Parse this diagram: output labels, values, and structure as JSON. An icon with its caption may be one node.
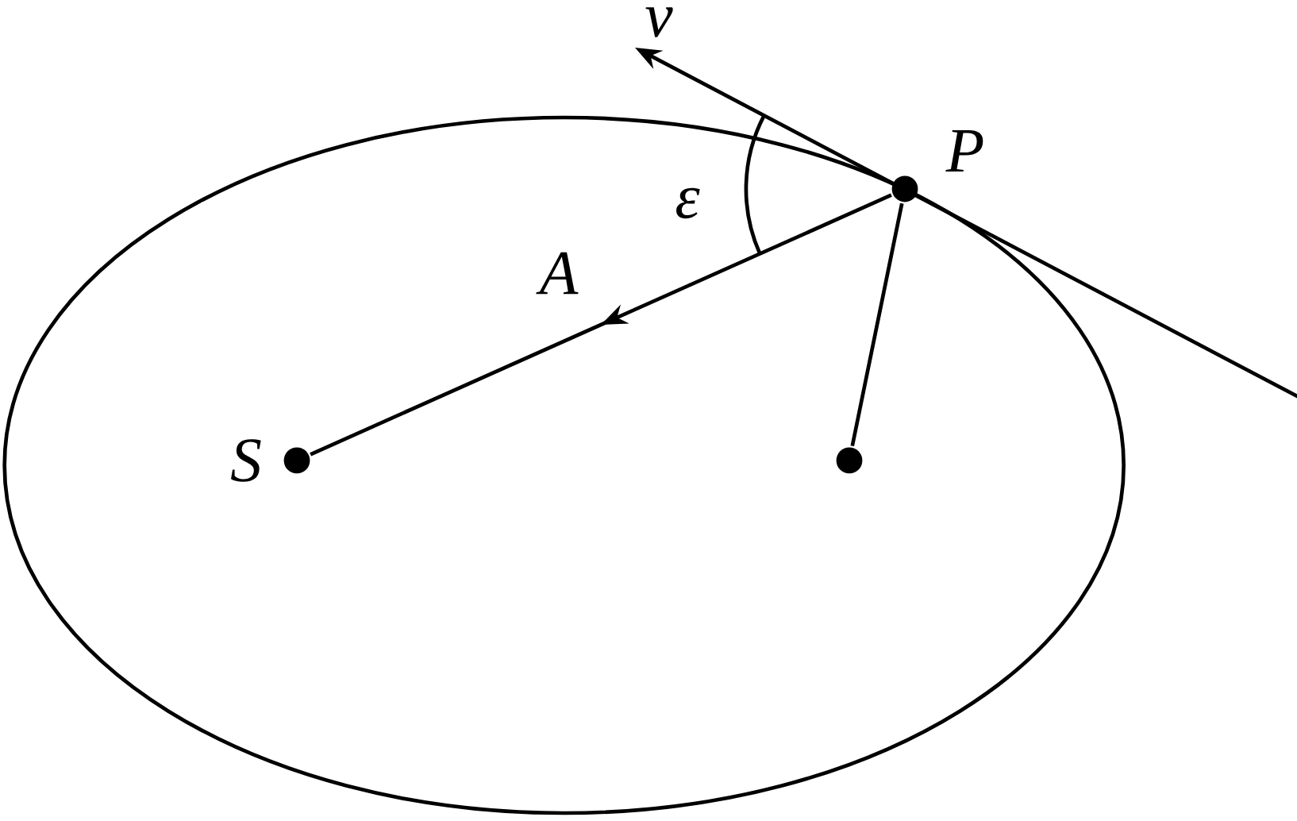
{
  "diagram": {
    "nodes": [
      {
        "text": [],
        "shape": "circle",
        "beside": [
          "S"
        ]
      },
      {
        "text": [],
        "shape": "circle"
      },
      {
        "text": [],
        "shape": "circle",
        "beside": [
          "P"
        ]
      }
    ],
    "edges": [
      {
        "from": 2,
        "to": 0,
        "arrow": "to",
        "label": "A"
      },
      {
        "from": 2,
        "to": 1,
        "arrow": "none"
      }
    ],
    "labels": [
      "v",
      "ε"
    ]
  }
}
